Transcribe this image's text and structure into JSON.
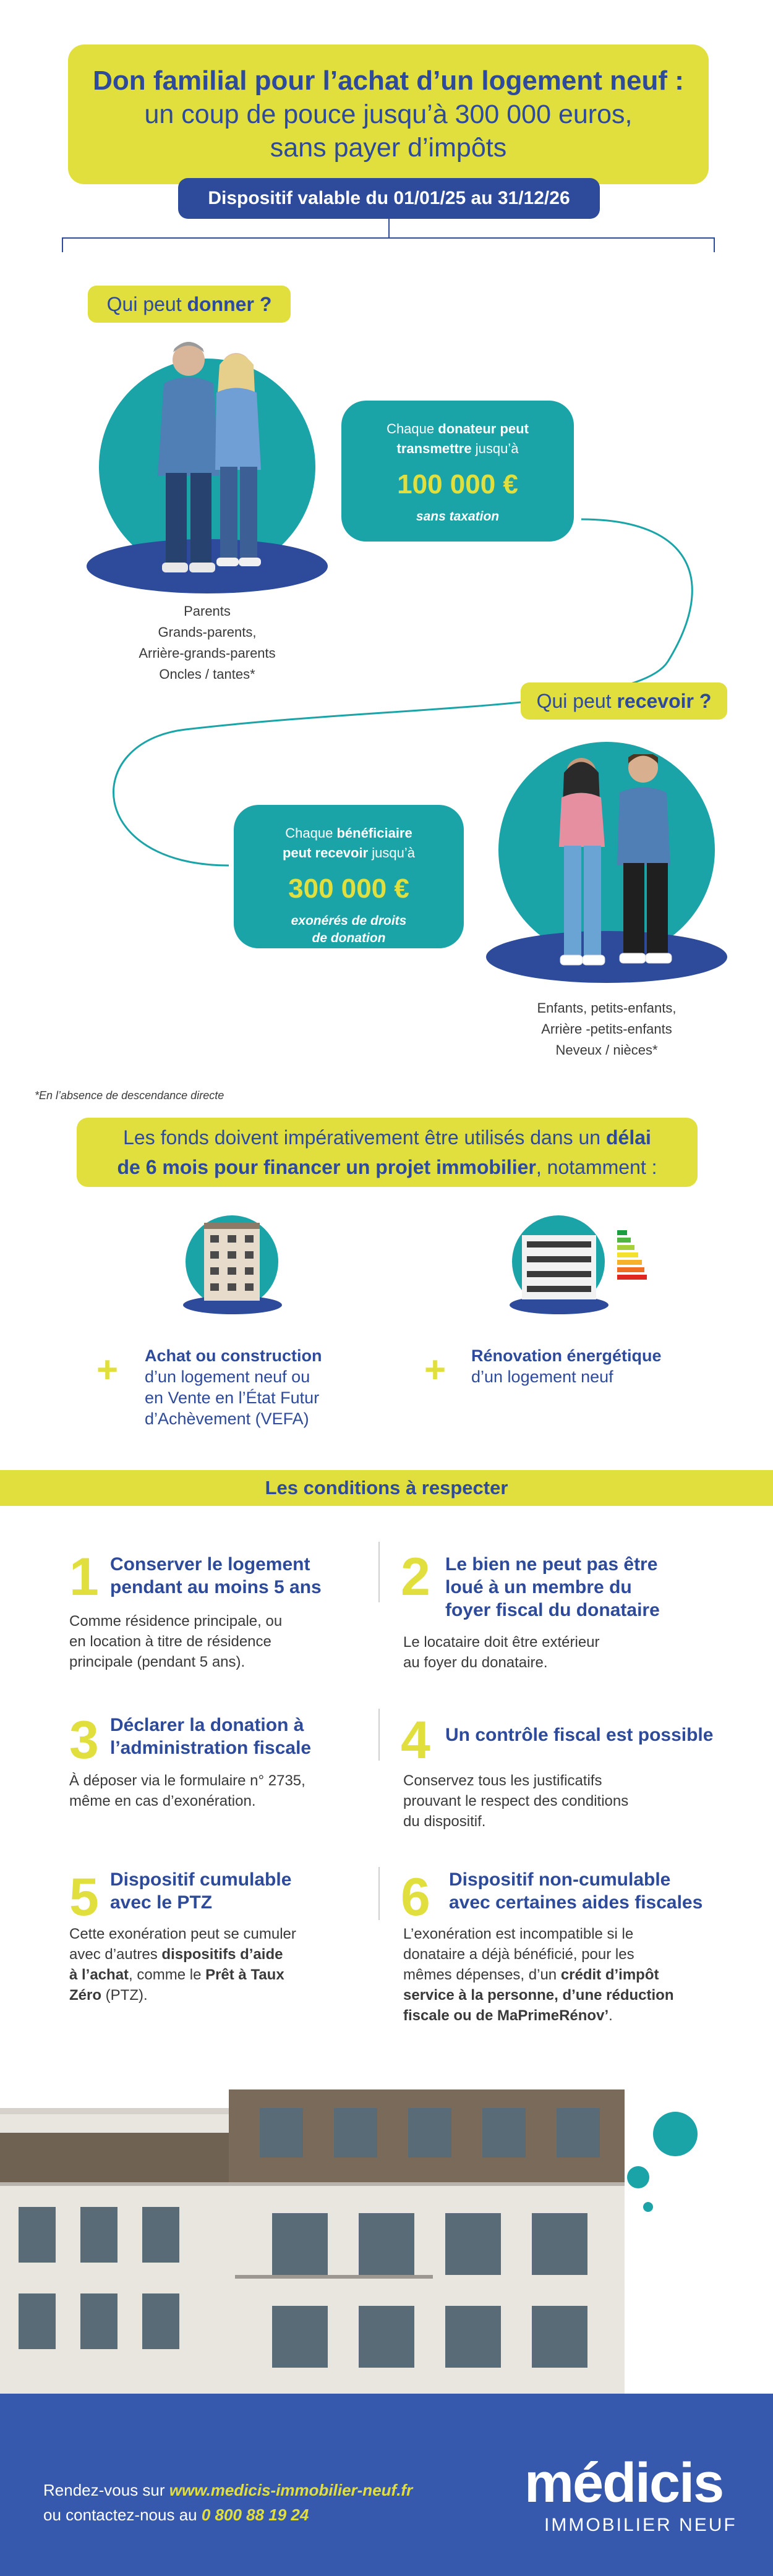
{
  "header": {
    "title_bold": "Don familial pour l’achat d’un logement neuf :",
    "title_line2": "un coup de pouce jusqu’à 300 000 euros,",
    "title_line3": "sans payer d’impôts",
    "validity": "Dispositif valable du 01/01/25 au 31/12/26"
  },
  "donors": {
    "heading_prefix": "Qui peut ",
    "heading_bold": "donner ?",
    "bubble_l1_a": "Chaque ",
    "bubble_l1_b": "donateur peut",
    "bubble_l2_a": "transmettre",
    "bubble_l2_b": " jusqu’à",
    "amount": "100 000 €",
    "note": "sans taxation",
    "list": [
      "Parents",
      "Grands-parents,",
      "Arrière-grands-parents",
      "Oncles / tantes*"
    ]
  },
  "receivers": {
    "heading_prefix": "Qui peut ",
    "heading_bold": "recevoir ?",
    "bubble_l1_a": "Chaque ",
    "bubble_l1_b": "bénéficiaire",
    "bubble_l2_a": "peut recevoir",
    "bubble_l2_b": " jusqu’à",
    "amount": "300 000 €",
    "note_l1": "exonérés de droits",
    "note_l2": "de donation",
    "list": [
      "Enfants, petits-enfants,",
      "Arrière -petits-enfants",
      "Neveux / nièces*"
    ]
  },
  "footnote": "*En l’absence de descendance directe",
  "funds": {
    "l1_a": "Les fonds doivent impérativement être utilisés dans un ",
    "l1_b": "délai",
    "l2_a": "de 6 mois pour financer un projet immobilier",
    "l2_b": ", notamment :"
  },
  "features": [
    {
      "title": "Achat ou construction",
      "lines": [
        "d’un logement neuf ou",
        "en Vente en l’État Futur",
        "d’Achèvement (VEFA)"
      ]
    },
    {
      "title": "Rénovation énergétique",
      "lines": [
        "d’un logement neuf"
      ]
    }
  ],
  "conditions": {
    "heading": "Les conditions à respecter",
    "items": [
      {
        "num": "1",
        "title": [
          "Conserver le logement",
          "pendant au moins 5 ans"
        ],
        "text": [
          "Comme résidence principale, ou",
          "en location à titre de résidence",
          "principale (pendant 5 ans)."
        ]
      },
      {
        "num": "2",
        "title": [
          "Le bien ne peut pas être",
          "loué à un membre du",
          "foyer fiscal du donataire"
        ],
        "text": [
          "Le locataire doit être extérieur",
          "au foyer du donataire."
        ]
      },
      {
        "num": "3",
        "title": [
          "Déclarer la donation à",
          "l’administration fiscale"
        ],
        "text": [
          "À déposer via le formulaire n° 2735,",
          "même en cas d’exonération."
        ]
      },
      {
        "num": "4",
        "title": [
          "Un contrôle fiscal est possible"
        ],
        "text": [
          "Conservez tous les justificatifs",
          "prouvant le respect des conditions",
          "du dispositif."
        ]
      },
      {
        "num": "5",
        "title": [
          "Dispositif cumulable",
          "avec le PTZ"
        ],
        "text": [
          "Cette exonération peut se cumuler",
          "avec d’autres ",
          "dispositifs d’aide",
          "à l’achat",
          ", comme le ",
          "Prêt à Taux",
          "Zéro",
          " (PTZ)."
        ]
      },
      {
        "num": "6",
        "title": [
          "Dispositif non-cumulable",
          "avec certaines aides fiscales"
        ],
        "text": [
          "L’exonération est incompatible si le",
          "donataire a déjà bénéficié, pour les",
          "mêmes dépenses, d’un ",
          "crédit d’impôt",
          "service à la personne, d’une réduction",
          "fiscale ou de MaPrimeRénov’",
          "."
        ]
      }
    ]
  },
  "footer": {
    "line1_a": "Rendez-vous sur ",
    "line1_b": "www.medicis-immobilier-neuf.fr",
    "line2_a": "ou contactez-nous au ",
    "line2_b": "0 800 88 19 24",
    "brand": "médicis",
    "brand_sub": "IMMOBILIER NEUF"
  },
  "colors": {
    "navy": "#2d4a9b",
    "yellow": "#e0df3e",
    "teal": "#1aa4a8",
    "footer_blue": "#3659ad"
  }
}
